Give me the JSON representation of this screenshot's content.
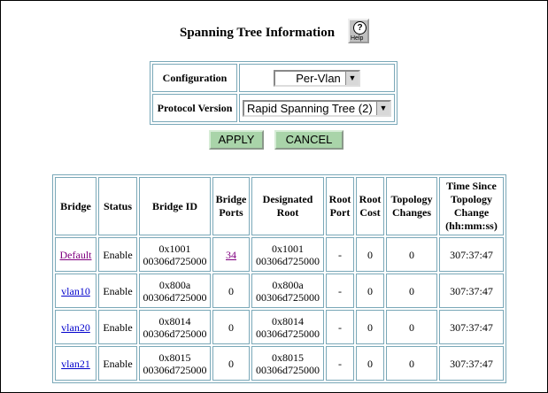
{
  "page": {
    "title": "Spanning Tree Information",
    "help_icon_text": "Help"
  },
  "config": {
    "configuration_label": "Configuration",
    "configuration_value": "Per-Vlan",
    "protocol_label": "Protocol Version",
    "protocol_value": "Rapid Spanning Tree (2)"
  },
  "buttons": {
    "apply": "APPLY",
    "cancel": "CANCEL"
  },
  "table": {
    "headers": [
      "Bridge",
      "Status",
      "Bridge ID",
      "Bridge Ports",
      "Designated Root",
      "Root Port",
      "Root Cost",
      "Topology Changes",
      "Time Since Topology Change (hh:mm:ss)"
    ],
    "rows": [
      {
        "bridge": "Default",
        "status": "Enable",
        "id1": "0x1001",
        "id2": "00306d725000",
        "ports": "34",
        "root1": "0x1001",
        "root2": "00306d725000",
        "root_port": "-",
        "root_cost": "0",
        "topo": "0",
        "time": "307:37:47"
      },
      {
        "bridge": "vlan10",
        "status": "Enable",
        "id1": "0x800a",
        "id2": "00306d725000",
        "ports": "0",
        "root1": "0x800a",
        "root2": "00306d725000",
        "root_port": "-",
        "root_cost": "0",
        "topo": "0",
        "time": "307:37:47"
      },
      {
        "bridge": "vlan20",
        "status": "Enable",
        "id1": "0x8014",
        "id2": "00306d725000",
        "ports": "0",
        "root1": "0x8014",
        "root2": "00306d725000",
        "root_port": "-",
        "root_cost": "0",
        "topo": "0",
        "time": "307:37:47"
      },
      {
        "bridge": "vlan21",
        "status": "Enable",
        "id1": "0x8015",
        "id2": "00306d725000",
        "ports": "0",
        "root1": "0x8015",
        "root2": "00306d725000",
        "root_port": "-",
        "root_cost": "0",
        "topo": "0",
        "time": "307:37:47"
      }
    ]
  }
}
